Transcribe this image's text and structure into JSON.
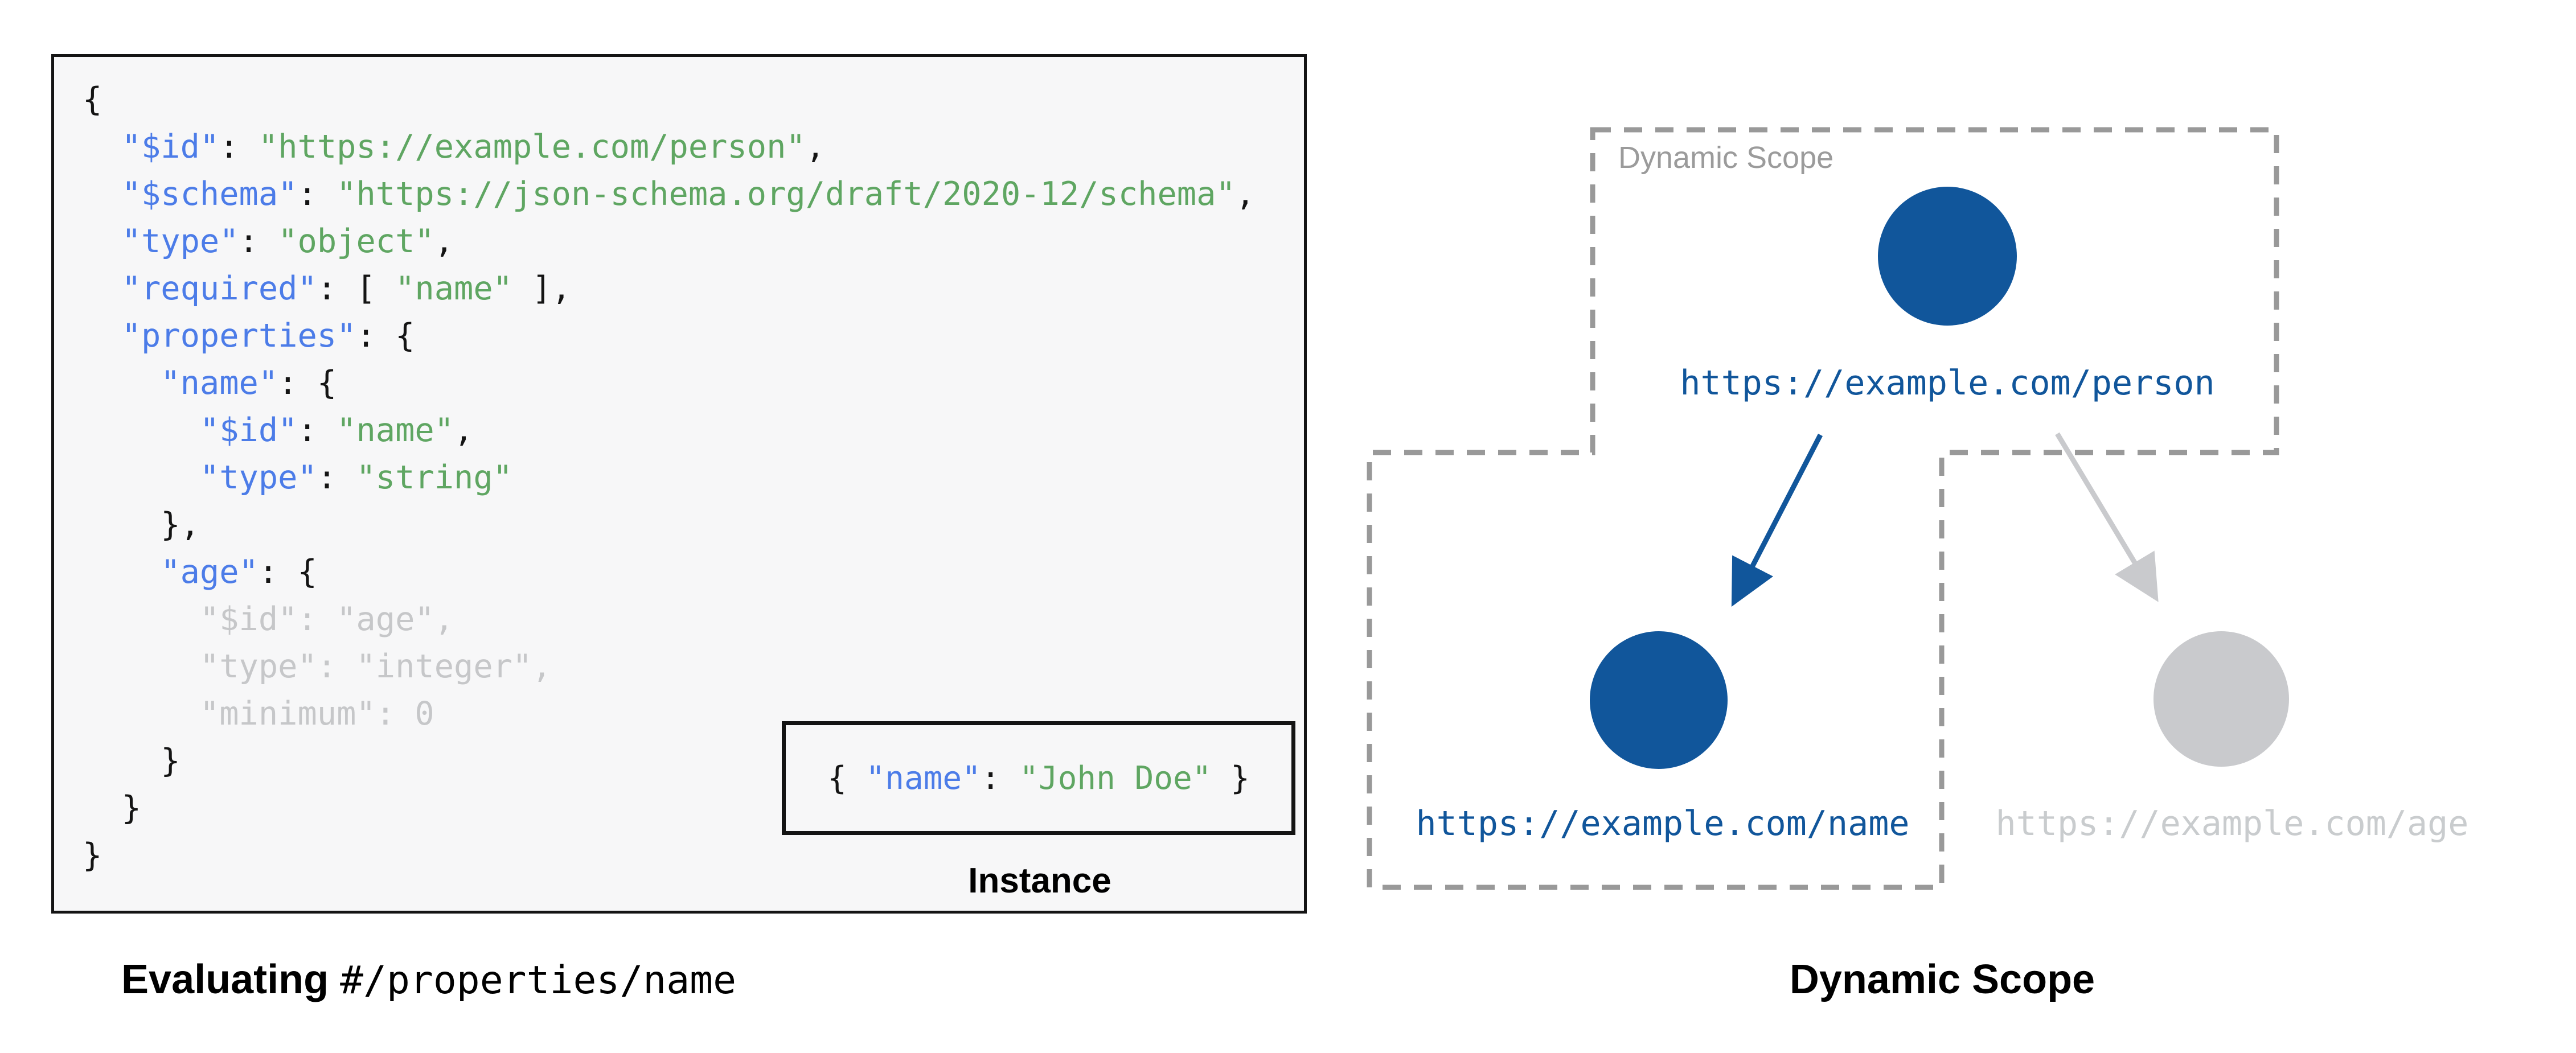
{
  "left_panel": {
    "code_lines": [
      [
        {
          "t": "{",
          "c": "p"
        }
      ],
      [
        {
          "t": "  ",
          "c": "p"
        },
        {
          "t": "\"$id\"",
          "c": "k"
        },
        {
          "t": ": ",
          "c": "p"
        },
        {
          "t": "\"https://example.com/person\"",
          "c": "s"
        },
        {
          "t": ",",
          "c": "p"
        }
      ],
      [
        {
          "t": "  ",
          "c": "p"
        },
        {
          "t": "\"$schema\"",
          "c": "k"
        },
        {
          "t": ": ",
          "c": "p"
        },
        {
          "t": "\"https://json-schema.org/draft/2020-12/schema\"",
          "c": "s"
        },
        {
          "t": ",",
          "c": "p"
        }
      ],
      [
        {
          "t": "  ",
          "c": "p"
        },
        {
          "t": "\"type\"",
          "c": "k"
        },
        {
          "t": ": ",
          "c": "p"
        },
        {
          "t": "\"object\"",
          "c": "s"
        },
        {
          "t": ",",
          "c": "p"
        }
      ],
      [
        {
          "t": "  ",
          "c": "p"
        },
        {
          "t": "\"required\"",
          "c": "k"
        },
        {
          "t": ": [ ",
          "c": "p"
        },
        {
          "t": "\"name\"",
          "c": "s"
        },
        {
          "t": " ],",
          "c": "p"
        }
      ],
      [
        {
          "t": "  ",
          "c": "p"
        },
        {
          "t": "\"properties\"",
          "c": "k"
        },
        {
          "t": ": {",
          "c": "p"
        }
      ],
      [
        {
          "t": "    ",
          "c": "p"
        },
        {
          "t": "\"name\"",
          "c": "k"
        },
        {
          "t": ": {",
          "c": "p"
        }
      ],
      [
        {
          "t": "      ",
          "c": "p"
        },
        {
          "t": "\"$id\"",
          "c": "k"
        },
        {
          "t": ": ",
          "c": "p"
        },
        {
          "t": "\"name\"",
          "c": "s"
        },
        {
          "t": ",",
          "c": "p"
        }
      ],
      [
        {
          "t": "      ",
          "c": "p"
        },
        {
          "t": "\"type\"",
          "c": "k"
        },
        {
          "t": ": ",
          "c": "p"
        },
        {
          "t": "\"string\"",
          "c": "s"
        }
      ],
      [
        {
          "t": "    },",
          "c": "p"
        }
      ],
      [
        {
          "t": "    ",
          "c": "p"
        },
        {
          "t": "\"age\"",
          "c": "k"
        },
        {
          "t": ": {",
          "c": "p"
        }
      ],
      [
        {
          "t": "      \"$id\": \"age\",",
          "c": "d"
        }
      ],
      [
        {
          "t": "      \"type\": \"integer\",",
          "c": "d"
        }
      ],
      [
        {
          "t": "      \"minimum\": 0",
          "c": "d"
        }
      ],
      [
        {
          "t": "    }",
          "c": "p"
        }
      ],
      [
        {
          "t": "  }",
          "c": "p"
        }
      ],
      [
        {
          "t": "}",
          "c": "p"
        }
      ]
    ],
    "instance": {
      "label": "Instance",
      "code": [
        {
          "t": "{ ",
          "c": "p"
        },
        {
          "t": "\"name\"",
          "c": "k"
        },
        {
          "t": ": ",
          "c": "p"
        },
        {
          "t": "\"John Doe\"",
          "c": "s"
        },
        {
          "t": " }",
          "c": "p"
        }
      ]
    },
    "caption": {
      "bold": "Evaluating",
      "space": " ",
      "mono": "#/properties/name"
    }
  },
  "diagram": {
    "scope_label": "Dynamic Scope",
    "caption": "Dynamic Scope",
    "nodes": [
      {
        "id": "person",
        "label": "https://example.com/person",
        "state": "in-scope"
      },
      {
        "id": "name",
        "label": "https://example.com/name",
        "state": "in-scope"
      },
      {
        "id": "age",
        "label": "https://example.com/age",
        "state": "out-of-scope"
      }
    ]
  },
  "colors": {
    "node_active": "#11569B",
    "node_inactive": "#C9CACD",
    "code_key": "#4C7CE8",
    "code_string": "#5FA662",
    "code_dim": "#C6C7C9",
    "dashed_border": "#999999",
    "scope_label_gray": "#9B9B9B",
    "panel_bg": "#f7f7f8",
    "border_black": "#141414"
  }
}
